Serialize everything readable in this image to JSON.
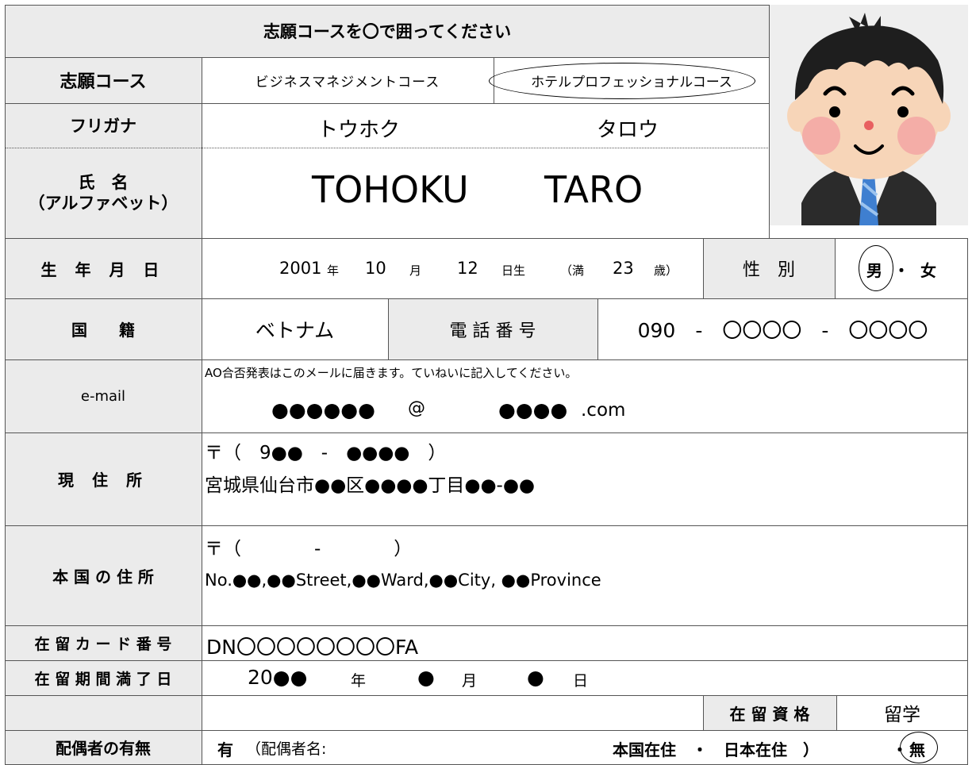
{
  "header": {
    "title": "志願コースを〇で囲ってください"
  },
  "course": {
    "label": "志願コース",
    "option1": "ビジネスマネジメントコース",
    "option2": "ホテルプロフェッショナルコース"
  },
  "furigana": {
    "label": "フリガナ",
    "family": "トウホク",
    "given": "タロウ"
  },
  "name": {
    "label_line1": "氏　名",
    "label_line2": "（アルファベット）",
    "family": "TOHOKU",
    "given": "TARO"
  },
  "birth": {
    "label": "生 年 月 日",
    "year": "2001",
    "year_unit": "年",
    "month": "10",
    "month_unit": "月",
    "day": "12",
    "day_unit": "日生",
    "age_open": "（満",
    "age": "23",
    "age_close": "歳）"
  },
  "sex": {
    "label": "性　別",
    "male": "男",
    "sep": "・",
    "female": "女"
  },
  "nationality": {
    "label": "国　　籍",
    "value": "ベトナム"
  },
  "phone": {
    "label": "電 話 番 号",
    "value": "090　-　〇〇〇〇　-　〇〇〇〇"
  },
  "email": {
    "label": "e-mail",
    "note": "AO合否発表はこのメールに届きます。ていねいに記入してください。",
    "user": "●●●●●●",
    "at": "@",
    "domain_mask": "●●●●",
    "domain_tld": ".com"
  },
  "current_address": {
    "label": "現 住 所",
    "postal": "〒（　9●●　-　●●●●　）",
    "address": "宮城県仙台市●●区●●●●丁目●●-●●"
  },
  "home_address": {
    "label": "本 国 の 住 所",
    "postal": "〒（　　　　-　　　　）",
    "address": "No.●●,●●Street,●●Ward,●●City, ●●Province"
  },
  "residence_card": {
    "label": "在 留 カ ー ド 番 号",
    "value": "DN〇〇〇〇〇〇〇〇FA"
  },
  "expiry": {
    "label": "在 留 期 間 満 了 日",
    "year": "20●●",
    "year_unit": "年",
    "month": "●",
    "month_unit": "月",
    "day": "●",
    "day_unit": "日"
  },
  "status": {
    "label": "在 留 資 格",
    "value": "留学"
  },
  "spouse": {
    "label": "配偶者の有無",
    "yes": "有",
    "name_label": "（配偶者名:",
    "location": "本国在住　・　日本在住　）",
    "dot": "・",
    "no": "無"
  },
  "photo": {
    "icon": "student-avatar-icon"
  }
}
